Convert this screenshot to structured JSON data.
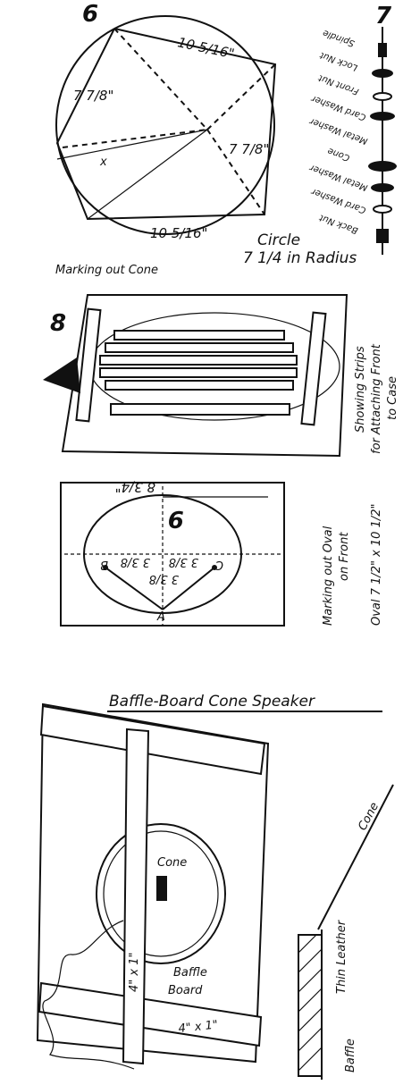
{
  "figure6": {
    "number": "6",
    "top_chord": "10 5/16\"",
    "bottom_chord": "10 5/16\"",
    "left_edge": "7 7/8\"",
    "right_edge": "7 7/8\"",
    "centre_mark": "x",
    "circle_label": "Circle",
    "radius_label": "7 1/4 in Radius",
    "caption": "Marking out Cone"
  },
  "figure7": {
    "number": "7",
    "parts": [
      "Spindle",
      "Lock Nut",
      "Front Nut",
      "Card Washer",
      "Metal Washer",
      "Cone",
      "Metal Washer",
      "Card Washer",
      "Back Nut"
    ]
  },
  "figure8": {
    "number": "8",
    "caption_lines": [
      "Showing Strips",
      "for Attaching Front",
      "to Case"
    ]
  },
  "figure9": {
    "number": "9",
    "dim_top": "8 3/4\"",
    "dim_left": "3 3/8",
    "dim_right": "3 3/8",
    "dim_diag": "3 3/8",
    "point_a": "A",
    "point_b": "B",
    "point_c": "C",
    "caption_lines": [
      "Marking out Oval",
      "on Front"
    ],
    "oval_size": "Oval 7 1/2\" x 10 1/2\""
  },
  "baffle": {
    "title": "Baffle-Board Cone Speaker",
    "cone_label": "Cone",
    "board_label_1": "Baffle",
    "board_label_2": "Board",
    "strip_label_vertical": "4\" x 1\"",
    "strip_label_bottom": "4\" x 1\"",
    "detail_cone": "Cone",
    "detail_leather": "Thin Leather",
    "detail_baffle": "Baffle"
  }
}
